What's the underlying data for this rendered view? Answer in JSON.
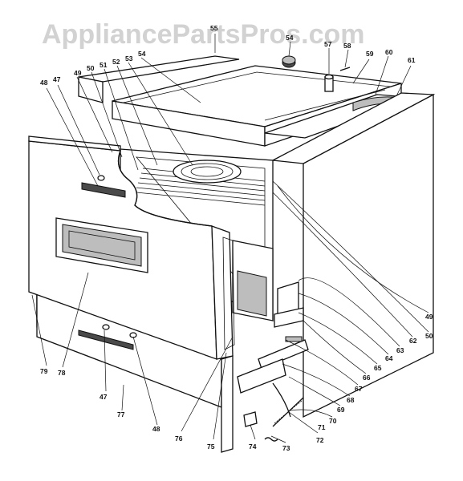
{
  "watermark": "AppliancePartsPros.com",
  "callouts": [
    {
      "id": "c55",
      "text": "55"
    },
    {
      "id": "c54",
      "text": "54"
    },
    {
      "id": "c57",
      "text": "57"
    },
    {
      "id": "c58",
      "text": "58"
    },
    {
      "id": "c59",
      "text": "59"
    },
    {
      "id": "c60",
      "text": "60"
    },
    {
      "id": "c61",
      "text": "61"
    },
    {
      "id": "c48a",
      "text": "48"
    },
    {
      "id": "c47a",
      "text": "47"
    },
    {
      "id": "c49a",
      "text": "49"
    },
    {
      "id": "c50a",
      "text": "50"
    },
    {
      "id": "c51",
      "text": "51"
    },
    {
      "id": "c52",
      "text": "52"
    },
    {
      "id": "c53",
      "text": "53"
    },
    {
      "id": "c54b",
      "text": "54"
    },
    {
      "id": "c49b",
      "text": "49"
    },
    {
      "id": "c50b",
      "text": "50"
    },
    {
      "id": "c62",
      "text": "62"
    },
    {
      "id": "c63",
      "text": "63"
    },
    {
      "id": "c64",
      "text": "64"
    },
    {
      "id": "c65",
      "text": "65"
    },
    {
      "id": "c66",
      "text": "66"
    },
    {
      "id": "c67",
      "text": "67"
    },
    {
      "id": "c68",
      "text": "68"
    },
    {
      "id": "c69",
      "text": "69"
    },
    {
      "id": "c70",
      "text": "70"
    },
    {
      "id": "c71",
      "text": "71"
    },
    {
      "id": "c72",
      "text": "72"
    },
    {
      "id": "c73",
      "text": "73"
    },
    {
      "id": "c74",
      "text": "74"
    },
    {
      "id": "c75",
      "text": "75"
    },
    {
      "id": "c76",
      "text": "76"
    },
    {
      "id": "c48b",
      "text": "48"
    },
    {
      "id": "c77",
      "text": "77"
    },
    {
      "id": "c47b",
      "text": "47"
    },
    {
      "id": "c78",
      "text": "78"
    },
    {
      "id": "c79",
      "text": "79"
    }
  ]
}
